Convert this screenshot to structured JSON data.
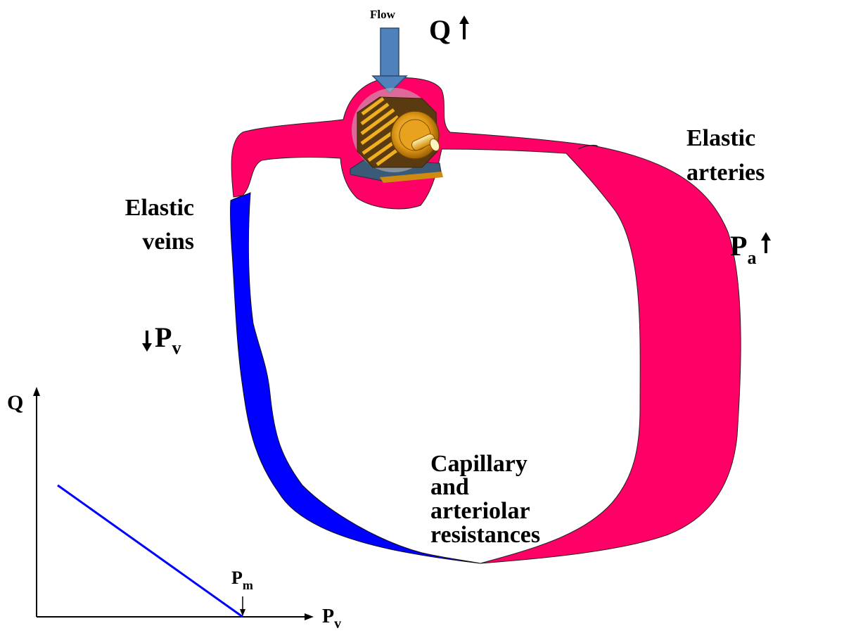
{
  "diagram": {
    "flow_label": "Flow",
    "q_label": "Q",
    "labels": {
      "elastic_arteries_line1": "Elastic",
      "elastic_arteries_line2": "arteries",
      "elastic_veins_line1": "Elastic",
      "elastic_veins_line2": "veins",
      "capillary_line1": "Capillary",
      "capillary_line2": "and",
      "capillary_line3": "arteriolar",
      "capillary_line4": "resistances"
    },
    "pa_main": "P",
    "pa_sub": "a",
    "pv_main": "P",
    "pv_sub": "v"
  },
  "graph": {
    "y_axis_label": "Q",
    "x_axis_main": "P",
    "x_axis_sub": "v",
    "pm_main": "P",
    "pm_sub": "m"
  },
  "colors": {
    "artery": "#ff0066",
    "vein": "#0000ff",
    "flow_arrow": "#4f81bd",
    "graph_line": "#0000ff"
  },
  "icons": [
    "pump-motor-icon",
    "up-arrow-icon",
    "down-arrow-icon"
  ]
}
